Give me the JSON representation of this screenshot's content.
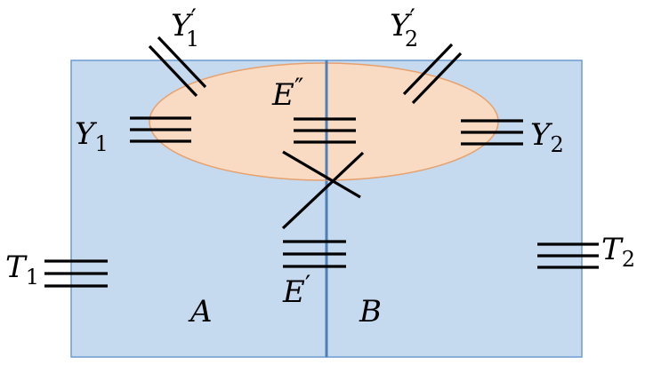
{
  "diagram": {
    "colors": {
      "region_fill": "#c5d9ef",
      "region_stroke": "#6f9bd0",
      "divider": "#4f7fb8",
      "ellipse_fill": "#f9dbc4",
      "ellipse_stroke": "#e7a16d",
      "line": "#000000"
    },
    "regions": {
      "a_label": "A",
      "b_label": "B"
    },
    "nodes": {
      "upsilon1": {
        "symbol": "Υ",
        "sub": "1"
      },
      "upsilon1_prime": {
        "symbol": "Υ",
        "prime": "′",
        "sub": "1"
      },
      "upsilon2": {
        "symbol": "Υ",
        "sub": "2"
      },
      "upsilon2_prime": {
        "symbol": "Υ",
        "prime": "′",
        "sub": "2"
      },
      "e_double_prime": {
        "symbol": "E",
        "prime": "″"
      },
      "e_prime": {
        "symbol": "E",
        "prime": "′"
      },
      "t1": {
        "symbol": "T",
        "sub": "1"
      },
      "t2": {
        "symbol": "T",
        "sub": "2"
      }
    }
  }
}
